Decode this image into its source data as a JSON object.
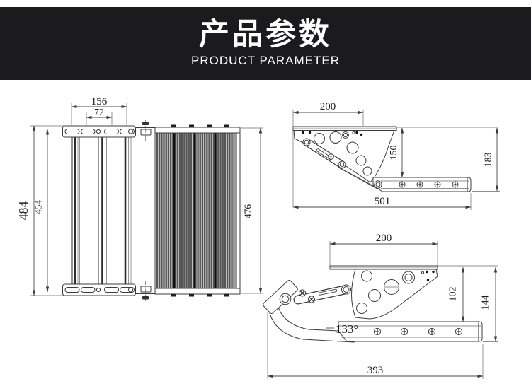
{
  "banner": {
    "title_zh": "产品参数",
    "subtitle_en": "PRODUCT PARAMETER",
    "bg_color": "#1b1b1d",
    "text_color": "#ffffff"
  },
  "colors": {
    "line": "#3c3c3c",
    "tread_stripe_dark": "#565656",
    "tread_stripe_light": "#c8c8c8",
    "page_bg": "#ffffff"
  },
  "drawings": {
    "top_view": {
      "label": "folding step top view",
      "dim_bracket_outer_width": "156",
      "dim_bracket_inner_width": "72",
      "dim_outer_length": "484",
      "dim_inner_length": "454",
      "dim_tread_length": "476"
    },
    "side_extended": {
      "label": "side view extended",
      "dim_mount_width": "200",
      "dim_step_drop": "150",
      "dim_overall_height": "183",
      "dim_overall_length": "501"
    },
    "side_folded": {
      "label": "side view folded",
      "dim_mount_width": "200",
      "dim_upper_height": "102",
      "dim_overall_height": "144",
      "dim_fold_angle": "133°",
      "dim_overall_length": "393"
    }
  }
}
